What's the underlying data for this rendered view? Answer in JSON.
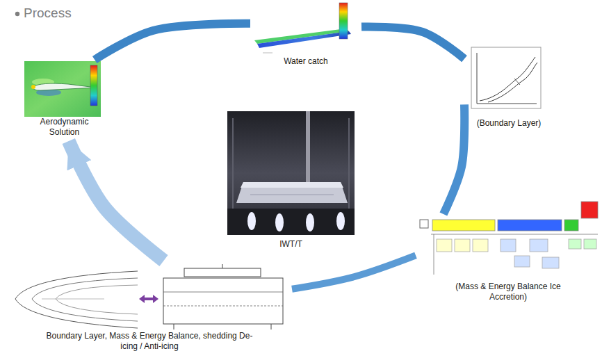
{
  "diagram": {
    "title": "Process",
    "nodes": [
      {
        "text": [
          "Water catch"
        ]
      },
      {
        "text": [
          "(Boundary Layer)"
        ]
      },
      {
        "text": [
          "Aerodynamic Solution"
        ]
      },
      {
        "text": [
          "IWT/T"
        ]
      },
      {
        "text": [
          "(Mass & Energy Balance Ice Accretion)"
        ]
      },
      {
        "text": [
          "Boundary Layer, Mass & Energy Balance, shedding De-icing / Anti-icing"
        ]
      }
    ],
    "edges": [
      {
        "from": 2,
        "to": 0,
        "arrow": "none"
      },
      {
        "from": 0,
        "to": 1,
        "arrow": "none"
      },
      {
        "from": 1,
        "to": 4,
        "arrow": "none"
      },
      {
        "from": 4,
        "to": 5,
        "arrow": "none"
      },
      {
        "from": 5,
        "to": 2,
        "arrow": "to"
      }
    ]
  }
}
